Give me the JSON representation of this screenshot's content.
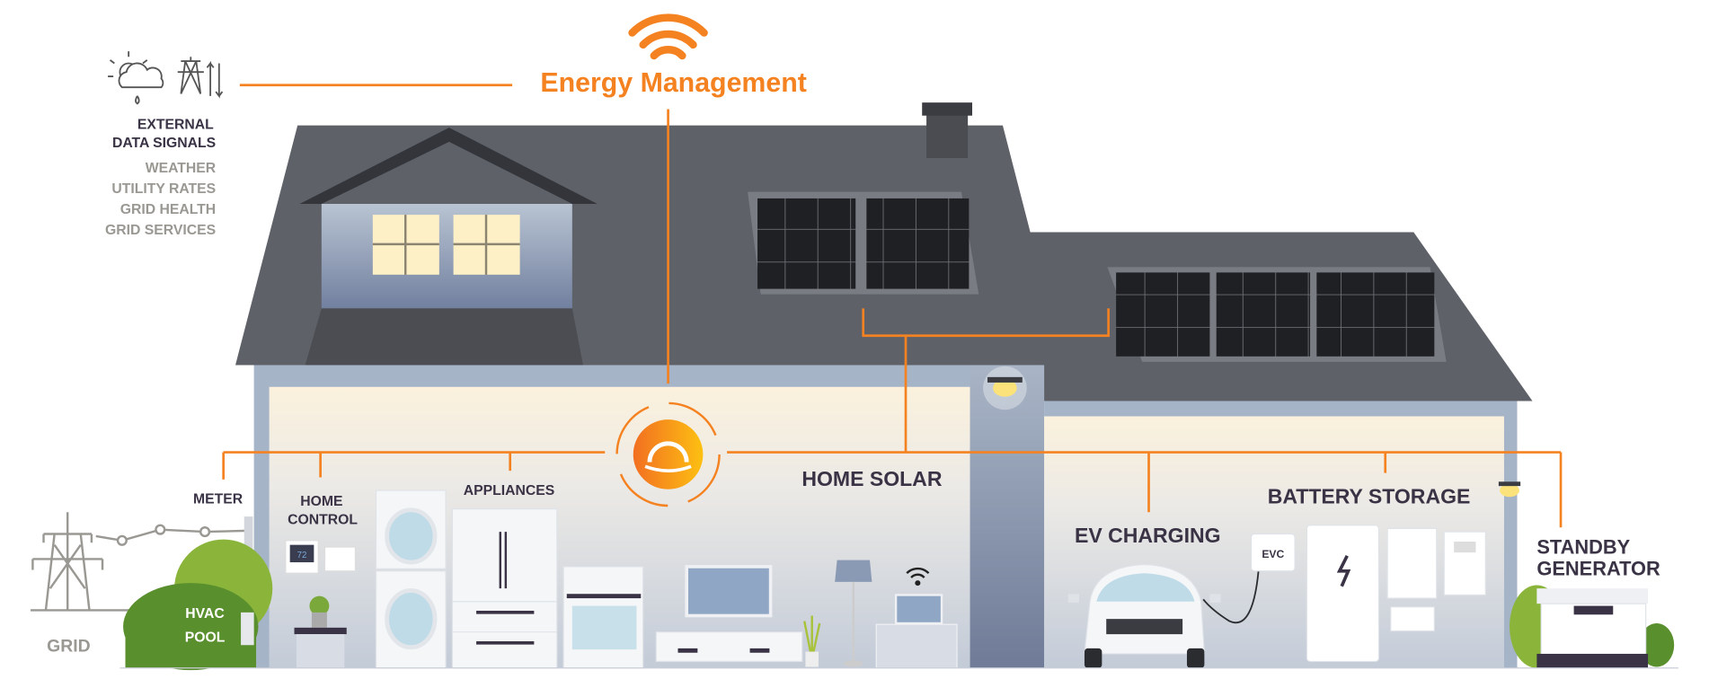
{
  "title": "Energy Management",
  "external": {
    "heading_line1": "EXTERNAL",
    "heading_line2": "DATA SIGNALS",
    "signals": [
      "WEATHER",
      "UTILITY RATES",
      "GRID HEALTH",
      "GRID SERVICES"
    ],
    "icons": [
      "weather-cloud-icon",
      "power-tower-icon"
    ]
  },
  "labels": {
    "meter": "METER",
    "home_control_1": "HOME",
    "home_control_2": "CONTROL",
    "appliances": "APPLIANCES",
    "home_solar": "HOME SOLAR",
    "ev_charging": "EV CHARGING",
    "battery_storage": "BATTERY STORAGE",
    "standby_1": "STANDBY",
    "standby_2": "GENERATOR",
    "grid": "GRID",
    "hvac": "HVAC",
    "pool": "POOL",
    "evc": "EVC",
    "thermostat": "72"
  },
  "colors": {
    "accent": "#f58220",
    "roof": "#5f6169",
    "text": "#3a3345",
    "subtext": "#9a9893",
    "bush": "#5a8f2e"
  }
}
